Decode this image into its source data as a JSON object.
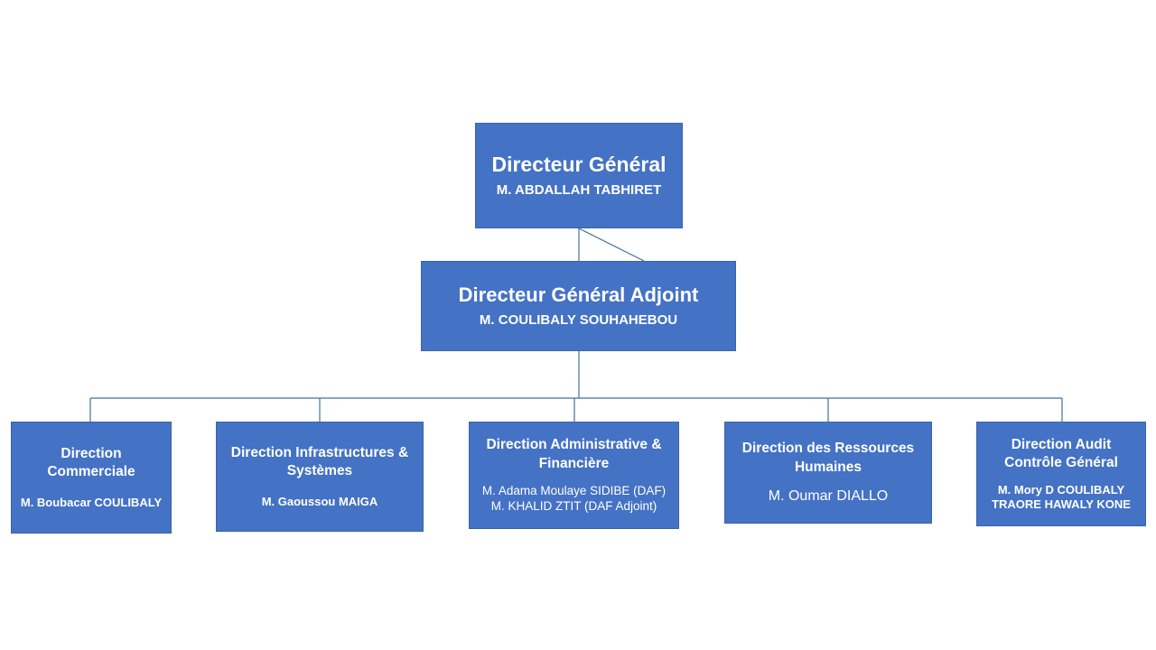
{
  "director_general": {
    "title": "Directeur Général",
    "person": "M. ABDALLAH TABHIRET"
  },
  "deputy_director_general": {
    "title": "Directeur Général Adjoint",
    "person": "M. COULIBALY SOUHAHEBOU"
  },
  "departments": [
    {
      "title_lines": [
        "Direction",
        "Commerciale"
      ],
      "people": [
        "M. Boubacar COULIBALY"
      ]
    },
    {
      "title_lines": [
        "Direction Infrastructures &",
        "Systèmes"
      ],
      "people": [
        "M. Gaoussou MAIGA"
      ]
    },
    {
      "title_lines": [
        "Direction Administrative &",
        "Financière"
      ],
      "people": [
        "M. Adama Moulaye SIDIBE (DAF)",
        "M. KHALID ZTIT (DAF Adjoint)"
      ]
    },
    {
      "title_lines": [
        "Direction des Ressources",
        "Humaines"
      ],
      "people": [
        "M. Oumar DIALLO"
      ]
    },
    {
      "title_lines": [
        "Direction Audit",
        "Contrôle  Général"
      ],
      "people": [
        "M. Mory D COULIBALY",
        "TRAORE HAWALY KONE"
      ]
    }
  ],
  "colors": {
    "box_fill": "#4472c4",
    "connector": "#41719c",
    "text": "#ffffff"
  }
}
